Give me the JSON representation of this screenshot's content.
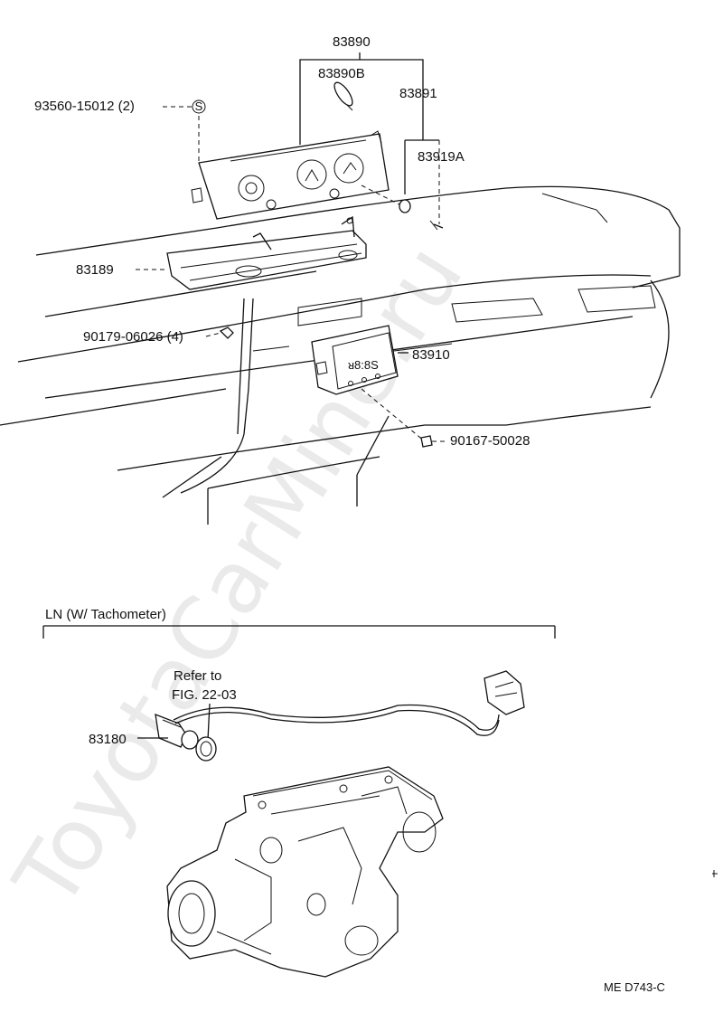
{
  "parts": {
    "p83890": "83890",
    "p83890b": "83890B",
    "p83891": "83891",
    "p93560": "93560-15012 (2)",
    "p83919a": "83919A",
    "p83189": "83189",
    "p90179": "90179-06026 (4)",
    "p83910": "83910",
    "p90167": "90167-50028",
    "p83180": "83180"
  },
  "section": {
    "title": "LN (W/ Tachometer)",
    "refer_line1": "Refer to",
    "refer_line2": "FIG. 22-03"
  },
  "clock_display": "ᴚ8:8S",
  "circle_s": "S",
  "footer_code": "ME D743-C",
  "watermark": "ToyotaCarMine.ru"
}
